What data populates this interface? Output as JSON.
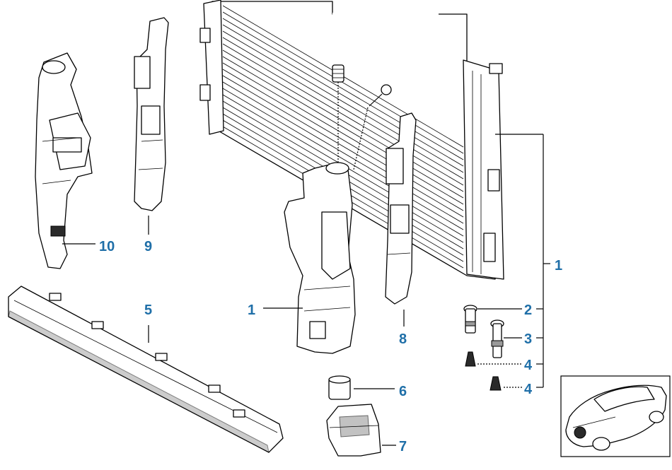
{
  "diagram": {
    "callouts": [
      {
        "id": "c1-right",
        "label": "1"
      },
      {
        "id": "c1-left",
        "label": "1"
      },
      {
        "id": "c2",
        "label": "2"
      },
      {
        "id": "c3",
        "label": "3"
      },
      {
        "id": "c4-top",
        "label": "4"
      },
      {
        "id": "c4-bottom",
        "label": "4"
      },
      {
        "id": "c5",
        "label": "5"
      },
      {
        "id": "c6",
        "label": "6"
      },
      {
        "id": "c7",
        "label": "7"
      },
      {
        "id": "c8",
        "label": "8"
      },
      {
        "id": "c9",
        "label": "9"
      },
      {
        "id": "c10",
        "label": "10"
      }
    ],
    "colors": {
      "callout": "#1f6fa8",
      "line": "#000000",
      "shade": "#9a9a9a"
    }
  }
}
